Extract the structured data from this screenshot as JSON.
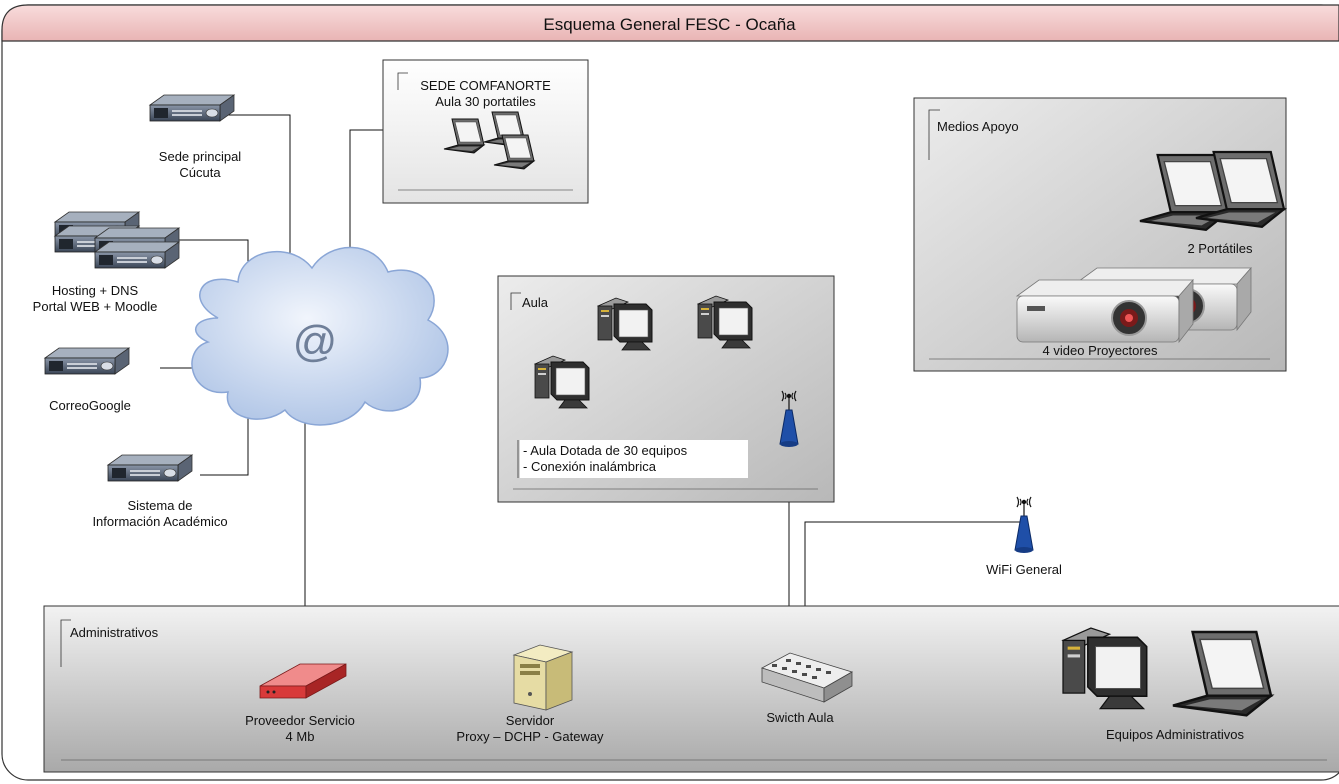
{
  "title": "Esquema General FESC - Ocaña",
  "cloud": {
    "symbol": "@"
  },
  "servers": [
    {
      "line1": "Sede principal",
      "line2": "Cúcuta"
    },
    {
      "line1": "Hosting + DNS",
      "line2": "Portal WEB + Moodle"
    },
    {
      "line1": "CorreoGoogle",
      "line2": ""
    },
    {
      "line1": "Sistema de",
      "line2": "Información Académico"
    }
  ],
  "sede": {
    "line1": "SEDE COMFANORTE",
    "line2": "Aula 30 portatiles"
  },
  "aula": {
    "title": "Aula",
    "note1": "- Aula Dotada de 30 equipos",
    "note2": "- Conexión inalámbrica"
  },
  "medios": {
    "title": "Medios Apoyo",
    "laptops": "2 Portátiles",
    "projectors": "4 video Proyectores"
  },
  "wifi": {
    "label": "WiFi General"
  },
  "admin": {
    "title": "Administrativos",
    "provider_line1": "Proveedor Servicio",
    "provider_line2": "4 Mb",
    "server_line1": "Servidor",
    "server_line2": "Proxy – DCHP - Gateway",
    "switch": "Swicth Aula",
    "equipment": "Equipos Administrativos"
  },
  "colors": {
    "title_bar": "#f0c8c8",
    "panel_gray": "#d0d0d0",
    "cloud": "#c9d8ef",
    "antenna": "#1f4fa8",
    "router": "#d83a3a"
  }
}
